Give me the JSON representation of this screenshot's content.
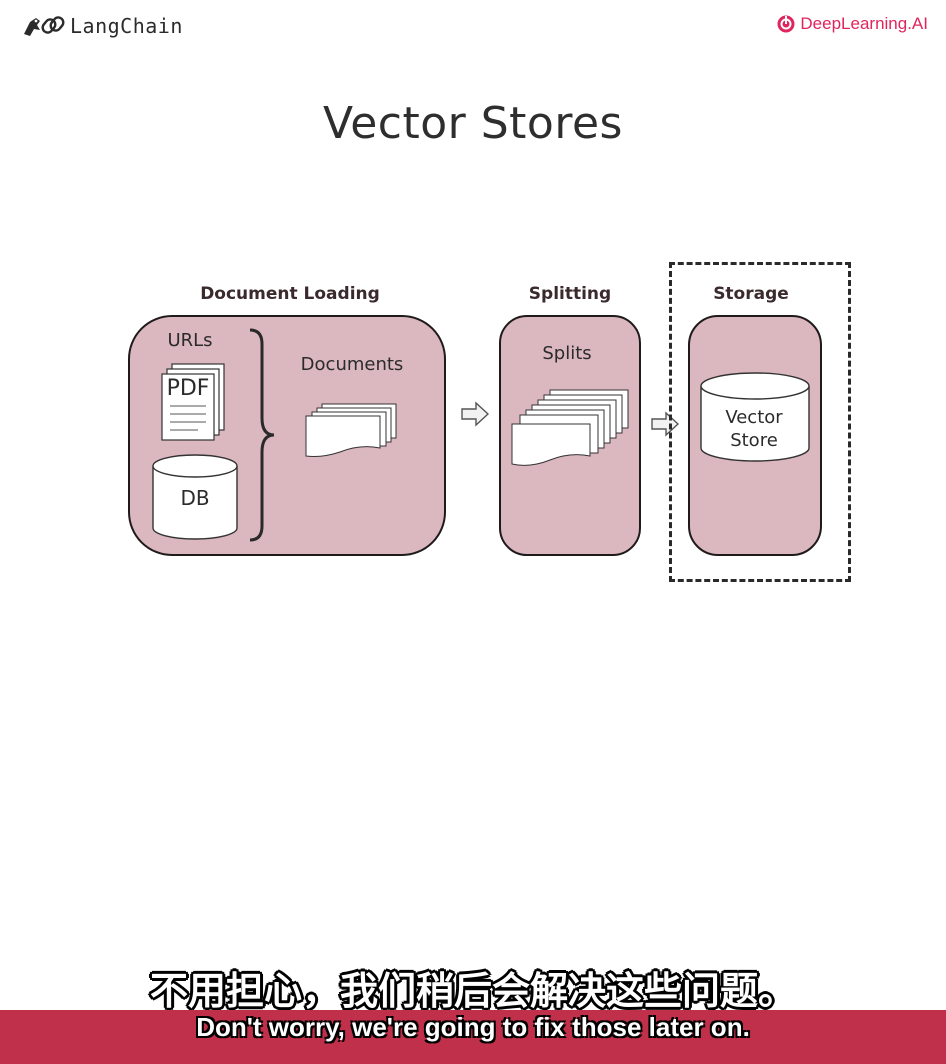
{
  "header": {
    "langchain_logo_text": "LangChain",
    "deeplearning_logo_text": "DeepLearning.AI",
    "brand_color": "#e0245e"
  },
  "slide": {
    "title": "Vector Stores"
  },
  "diagram": {
    "sections": [
      {
        "label": "Document Loading",
        "items": [
          "URLs",
          "PDF",
          "DB",
          "Documents"
        ]
      },
      {
        "label": "Splitting",
        "items": [
          "Splits"
        ]
      },
      {
        "label": "Storage",
        "items": [
          "Vector",
          "Store"
        ],
        "highlighted": true
      }
    ],
    "panel_color": "#dbb7bf"
  },
  "subtitles": {
    "chinese": "不用担心，我们稍后会解决这些问题。",
    "english": "Don't worry, we're going to fix those later on.",
    "bar_color": "#c0304a"
  }
}
